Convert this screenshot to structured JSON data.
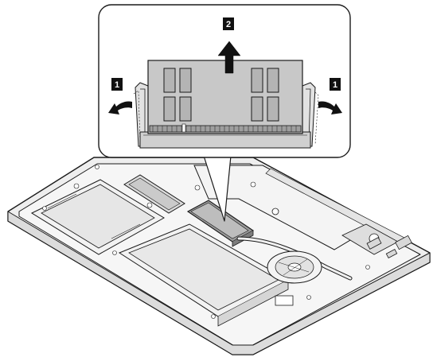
{
  "figure": {
    "callouts": [
      {
        "id": "step-1-left",
        "label": "1"
      },
      {
        "id": "step-2-top",
        "label": "2"
      },
      {
        "id": "step-1-right",
        "label": "1"
      }
    ],
    "colors": {
      "line": "#1a1a1a",
      "module_fill": "#c8c8c8",
      "chip_fill": "#b4b4b4",
      "laptop_fill": "#eeeeee",
      "detail_fill": "#dadada",
      "callout_fill": "#111111",
      "callout_text": "#ffffff"
    },
    "icons": [
      "up-arrow-icon",
      "curved-arrow-left-icon",
      "curved-arrow-right-icon",
      "fan-icon"
    ]
  }
}
